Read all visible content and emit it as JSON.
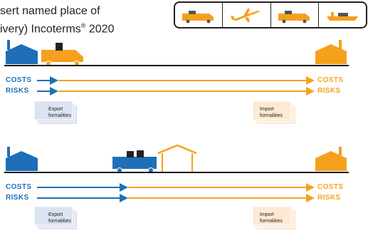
{
  "title": {
    "line1": "sert named place of",
    "line2": "ivery) Incoterms",
    "reg": "®",
    "year": " 2020"
  },
  "transport_modes": [
    "truck-icon",
    "plane-icon",
    "truck-icon",
    "ship-icon"
  ],
  "colors": {
    "seller": "#1e6fb8",
    "buyer": "#f5a11d",
    "line": "#111111",
    "export_doc": "#dbe2f1",
    "import_doc": "#fde9d4",
    "container": "#222222"
  },
  "panels": [
    {
      "costs_label_left": "COSTS",
      "risks_label_left": "RISKS",
      "costs_label_right": "COSTS",
      "risks_label_right": "RISKS",
      "transfer_fraction": 0.0,
      "export_doc": [
        "Export",
        "formalities"
      ],
      "import_doc": [
        "Import",
        "formalities"
      ]
    },
    {
      "costs_label_left": "COSTS",
      "risks_label_left": "RISKS",
      "costs_label_right": "COSTS",
      "risks_label_right": "RISKS",
      "transfer_fraction": 0.33,
      "export_doc": [
        "Export",
        "formalities"
      ],
      "import_doc": [
        "Import",
        "formalities"
      ]
    }
  ]
}
